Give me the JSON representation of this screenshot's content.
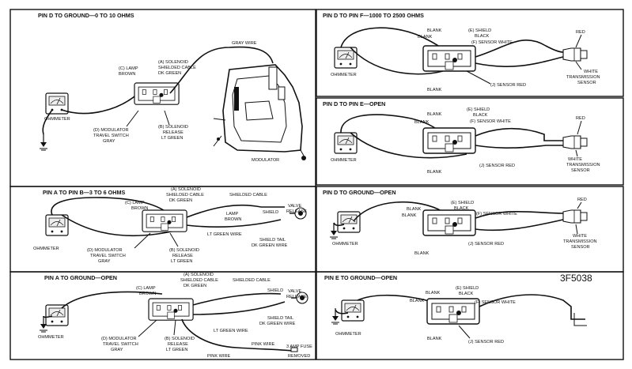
{
  "figure_ref": "3F5038",
  "common": {
    "ohmmeter": "OHMMETER",
    "lamp": [
      "(C) LAMP",
      "BROWN"
    ],
    "solenoid_cable": [
      "(A) SOLENOID",
      "SHIELDED CABLE",
      "DK GREEN"
    ],
    "modulator_switch": [
      "(D) MODULATOR",
      "TRAVEL SWITCH",
      "GRAY"
    ],
    "solenoid_release": [
      "(B) SOLENOID",
      "RELEASE",
      "LT GREEN"
    ],
    "blank": "BLANK",
    "shield_black": [
      "(E) SHIELD",
      "BLACK"
    ],
    "sensor_white": "(F) SENSOR WHITE",
    "sensor_red": "(J) SENSOR RED",
    "red": "RED",
    "white_sensor": [
      "WHITE",
      "TRANSMISSION",
      "SENSOR"
    ]
  },
  "panels": {
    "p1": {
      "title": "PIN D TO GROUND—0 TO 10 OHMS",
      "gray_wire": "GRAY WIRE",
      "modulator": "MODULATOR"
    },
    "p2": {
      "title": "PIN D TO PIN F—1000 TO 2500 OHMS"
    },
    "p3": {
      "title": "PIN D TO PIN E—OPEN"
    },
    "p4": {
      "title": "PIN A TO PIN B—3 TO 6 OHMS",
      "shielded_cable": "SHIELDED CABLE",
      "lamp_brown": [
        "LAMP",
        "BROWN"
      ],
      "shield": "SHIELD",
      "valve_release": [
        "VALVE",
        "RELEASE"
      ],
      "lt_green": "LT GREEN WIRE",
      "shield_tail": [
        "SHIELD TAIL",
        "DK GREEN WIRE"
      ]
    },
    "p5": {
      "title": "PIN D TO GROUND—OPEN"
    },
    "p6": {
      "title": "PIN A TO GROUND—OPEN",
      "shielded_cable": "SHIELDED CABLE",
      "shield": "SHIELD",
      "valve_release": [
        "VALVE",
        "RELEASE"
      ],
      "shield_tail": [
        "SHIELD TAIL",
        "DK GREEN WIRE"
      ],
      "lt_green": "LT GREEN WIRE",
      "pink_wire": "PINK WIRE",
      "fuse": [
        "3 AMP FUSE",
        "REMOVED"
      ]
    },
    "p7": {
      "title": "PIN E TO GROUND—OPEN"
    }
  }
}
